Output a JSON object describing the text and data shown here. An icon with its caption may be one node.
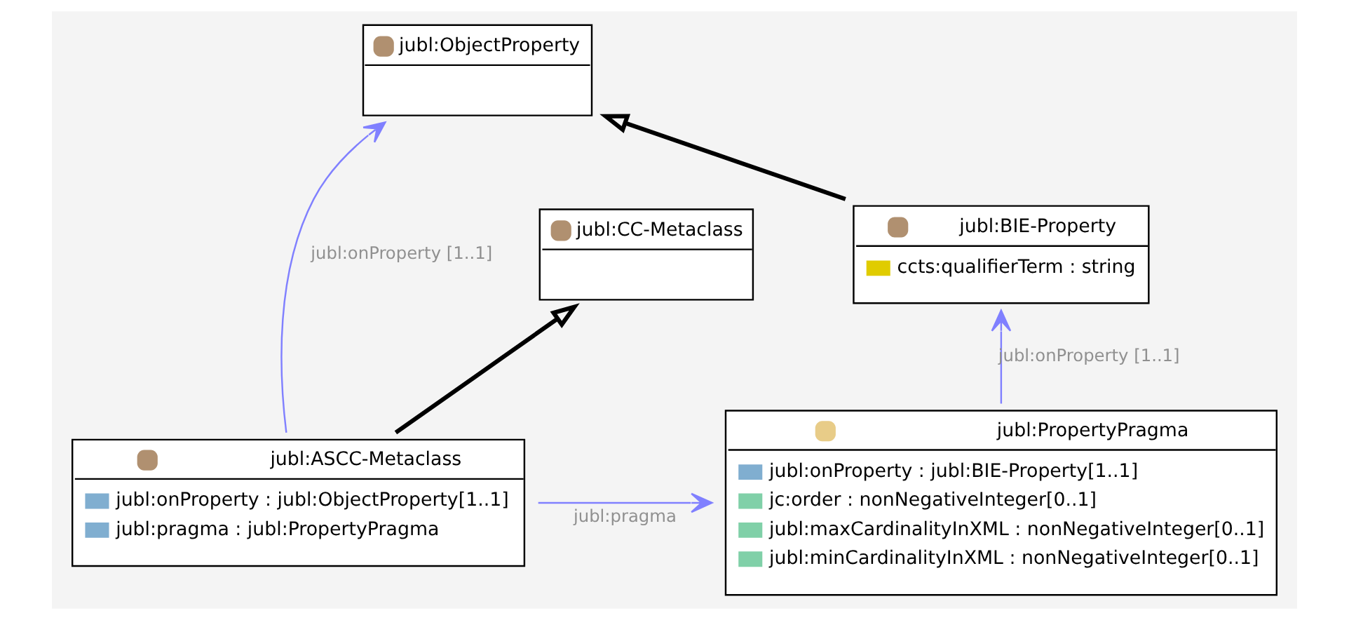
{
  "diagram": {
    "nodes": [
      {
        "text": [
          "jubl:ObjectProperty"
        ]
      },
      {
        "text": [
          "jubl:CC-Metaclass"
        ]
      },
      {
        "text": [
          "jubl:BIE-Property",
          "ccts:qualifierTerm : string"
        ]
      },
      {
        "text": [
          "jubl:ASCC-Metaclass",
          "jubl:onProperty : jubl:ObjectProperty[1..1]",
          "jubl:pragma : jubl:PropertyPragma"
        ]
      },
      {
        "text": [
          "jubl:PropertyPragma",
          "jubl:onProperty : jubl:BIE-Property[1..1]",
          "jc:order : nonNegativeInteger[0..1]",
          "jubl:maxCardinalityInXML : nonNegativeInteger[0..1]",
          "jubl:minCardinalityInXML : nonNegativeInteger[0..1]"
        ]
      }
    ],
    "edges": [
      {
        "from": 3,
        "to": 0,
        "arrow": "to",
        "label": "jubl:onProperty [1..1]",
        "color": "#8080ff"
      },
      {
        "from": 2,
        "to": 0,
        "arrow": "to",
        "style": "thick",
        "color": "#000000"
      },
      {
        "from": 3,
        "to": 1,
        "arrow": "to",
        "style": "thick",
        "color": "#000000"
      },
      {
        "from": 4,
        "to": 2,
        "arrow": "to",
        "label": "jubl:onProperty [1..1]",
        "color": "#8080ff"
      },
      {
        "from": 3,
        "to": 4,
        "arrow": "to",
        "label": "jubl:pragma",
        "color": "#8080ff"
      }
    ]
  }
}
